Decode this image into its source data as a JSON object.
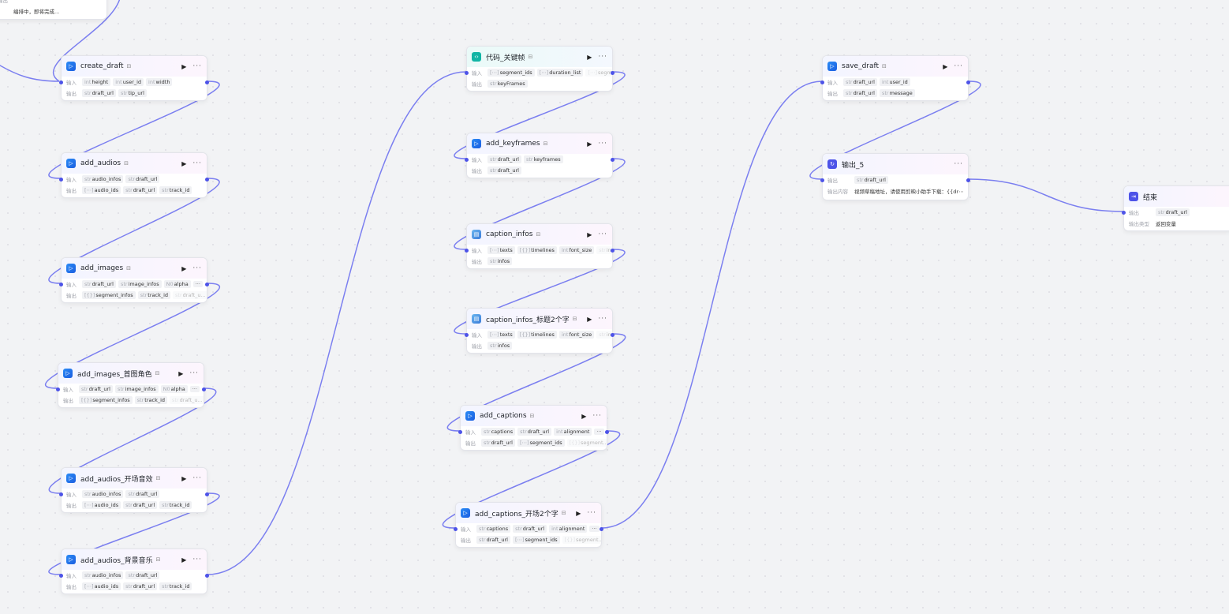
{
  "colors": {
    "edge": "#7b7ff0",
    "port": "#4d53e8",
    "canvas": "#f2f3f5"
  },
  "labels": {
    "input": "输入",
    "output": "输出",
    "output_content": "输出内容",
    "output_type": "输出类型",
    "run": "▶",
    "more": "···"
  },
  "nodes": [
    {
      "id": "prev",
      "icon": "none",
      "title": "",
      "rows": [
        {
          "label": "输出",
          "chips": []
        },
        {
          "label": "",
          "text": "编排中，即将完成..."
        }
      ]
    },
    {
      "id": "create_draft",
      "icon": "plugin-icon",
      "title": "create_draft",
      "rows": [
        {
          "label": "输入",
          "chips": [
            {
              "t": "int",
              "n": "height"
            },
            {
              "t": "int",
              "n": "user_id"
            },
            {
              "t": "int",
              "n": "width"
            }
          ]
        },
        {
          "label": "输出",
          "chips": [
            {
              "t": "str",
              "n": "draft_url"
            },
            {
              "t": "str",
              "n": "tip_url"
            }
          ]
        }
      ]
    },
    {
      "id": "add_audios",
      "icon": "plugin-icon",
      "title": "add_audios",
      "rows": [
        {
          "label": "输入",
          "chips": [
            {
              "t": "str",
              "n": "audio_infos"
            },
            {
              "t": "str",
              "n": "draft_url"
            }
          ]
        },
        {
          "label": "输出",
          "chips": [
            {
              "t": "[⋯]",
              "n": "audio_ids"
            },
            {
              "t": "str",
              "n": "draft_url"
            },
            {
              "t": "str",
              "n": "track_id"
            }
          ]
        }
      ]
    },
    {
      "id": "add_images",
      "icon": "plugin-icon",
      "title": "add_images",
      "rows": [
        {
          "label": "输入",
          "chips": [
            {
              "t": "str",
              "n": "draft_url"
            },
            {
              "t": "str",
              "n": "image_infos"
            },
            {
              "t": "N0",
              "n": "alpha"
            }
          ],
          "more": true
        },
        {
          "label": "输出",
          "chips": [
            {
              "t": "[{}]",
              "n": "segment_infos"
            },
            {
              "t": "str",
              "n": "track_id"
            },
            {
              "t": "str",
              "n": "draft_u...",
              "fade": true
            }
          ],
          "more": true
        }
      ]
    },
    {
      "id": "add_images_cover",
      "icon": "plugin-icon",
      "title": "add_images_首图角色",
      "rows": [
        {
          "label": "输入",
          "chips": [
            {
              "t": "str",
              "n": "draft_url"
            },
            {
              "t": "str",
              "n": "image_infos"
            },
            {
              "t": "N0",
              "n": "alpha"
            }
          ],
          "more": true
        },
        {
          "label": "输出",
          "chips": [
            {
              "t": "[{}]",
              "n": "segment_infos"
            },
            {
              "t": "str",
              "n": "track_id"
            },
            {
              "t": "str",
              "n": "draft_u...",
              "fade": true
            }
          ],
          "more": true
        }
      ]
    },
    {
      "id": "add_audios_open",
      "icon": "plugin-icon",
      "title": "add_audios_开场音效",
      "rows": [
        {
          "label": "输入",
          "chips": [
            {
              "t": "str",
              "n": "audio_infos"
            },
            {
              "t": "str",
              "n": "draft_url"
            }
          ]
        },
        {
          "label": "输出",
          "chips": [
            {
              "t": "[⋯]",
              "n": "audio_ids"
            },
            {
              "t": "str",
              "n": "draft_url"
            },
            {
              "t": "str",
              "n": "track_id"
            }
          ]
        }
      ]
    },
    {
      "id": "add_audios_bgm",
      "icon": "plugin-icon",
      "title": "add_audios_背景音乐",
      "rows": [
        {
          "label": "输入",
          "chips": [
            {
              "t": "str",
              "n": "audio_infos"
            },
            {
              "t": "str",
              "n": "draft_url"
            }
          ]
        },
        {
          "label": "输出",
          "chips": [
            {
              "t": "[⋯]",
              "n": "audio_ids"
            },
            {
              "t": "str",
              "n": "draft_url"
            },
            {
              "t": "str",
              "n": "track_id"
            }
          ]
        }
      ]
    },
    {
      "id": "code_keyframes",
      "icon": "code-icon",
      "title": "代码_关键帧",
      "rows": [
        {
          "label": "输入",
          "chips": [
            {
              "t": "[⋯]",
              "n": "segment_ids"
            },
            {
              "t": "[⋯]",
              "n": "duration_list"
            },
            {
              "t": "[⋯]",
              "n": "segm...",
              "fade": true
            }
          ],
          "more": true
        },
        {
          "label": "输出",
          "chips": [
            {
              "t": "str",
              "n": "keyFrames"
            }
          ]
        }
      ]
    },
    {
      "id": "add_keyframes",
      "icon": "plugin-icon",
      "title": "add_keyframes",
      "rows": [
        {
          "label": "输入",
          "chips": [
            {
              "t": "str",
              "n": "draft_url"
            },
            {
              "t": "str",
              "n": "keyframes"
            }
          ]
        },
        {
          "label": "输出",
          "chips": [
            {
              "t": "str",
              "n": "draft_url"
            }
          ]
        }
      ]
    },
    {
      "id": "caption_infos",
      "icon": "image-plugin-icon",
      "title": "caption_infos",
      "rows": [
        {
          "label": "输入",
          "chips": [
            {
              "t": "[⋯]",
              "n": "texts"
            },
            {
              "t": "[{}]",
              "n": "timelines"
            },
            {
              "t": "int",
              "n": "font_size"
            },
            {
              "t": "str",
              "n": "in...",
              "fade": true
            }
          ],
          "more": true
        },
        {
          "label": "输出",
          "chips": [
            {
              "t": "str",
              "n": "infos"
            }
          ]
        }
      ]
    },
    {
      "id": "caption_infos_title",
      "icon": "image-plugin-icon",
      "title": "caption_infos_标题2个字",
      "rows": [
        {
          "label": "输入",
          "chips": [
            {
              "t": "[⋯]",
              "n": "texts"
            },
            {
              "t": "[{}]",
              "n": "timelines"
            },
            {
              "t": "int",
              "n": "font_size"
            },
            {
              "t": "str",
              "n": "in...",
              "fade": true
            }
          ],
          "more": true
        },
        {
          "label": "输出",
          "chips": [
            {
              "t": "str",
              "n": "infos"
            }
          ]
        }
      ]
    },
    {
      "id": "add_captions",
      "icon": "plugin-icon",
      "title": "add_captions",
      "rows": [
        {
          "label": "输入",
          "chips": [
            {
              "t": "str",
              "n": "captions"
            },
            {
              "t": "str",
              "n": "draft_url"
            },
            {
              "t": "int",
              "n": "alignment"
            }
          ],
          "more": true
        },
        {
          "label": "输出",
          "chips": [
            {
              "t": "str",
              "n": "draft_url"
            },
            {
              "t": "[⋯]",
              "n": "segment_ids"
            },
            {
              "t": "[{}]",
              "n": "segment...",
              "fade": true
            }
          ],
          "more": true
        }
      ]
    },
    {
      "id": "add_captions_open",
      "icon": "plugin-icon",
      "title": "add_captions_开场2个字",
      "rows": [
        {
          "label": "输入",
          "chips": [
            {
              "t": "str",
              "n": "captions"
            },
            {
              "t": "str",
              "n": "draft_url"
            },
            {
              "t": "int",
              "n": "alignment"
            }
          ],
          "more": true
        },
        {
          "label": "输出",
          "chips": [
            {
              "t": "str",
              "n": "draft_url"
            },
            {
              "t": "[⋯]",
              "n": "segment_ids"
            },
            {
              "t": "[{}]",
              "n": "segment...",
              "fade": true
            }
          ],
          "more": true
        }
      ]
    },
    {
      "id": "save_draft",
      "icon": "plugin-icon",
      "title": "save_draft",
      "rows": [
        {
          "label": "输入",
          "chips": [
            {
              "t": "str",
              "n": "draft_url"
            },
            {
              "t": "int",
              "n": "user_id"
            }
          ]
        },
        {
          "label": "输出",
          "chips": [
            {
              "t": "str",
              "n": "draft_url"
            },
            {
              "t": "str",
              "n": "message"
            }
          ]
        }
      ]
    },
    {
      "id": "output_5",
      "icon": "output-icon",
      "title": "输出_5",
      "norun": true,
      "rows": [
        {
          "label": "输出",
          "chips": [
            {
              "t": "str",
              "n": "draft_url"
            }
          ]
        },
        {
          "label": "输出内容",
          "text": "视频草稿地址，请使用剪映小助手下载：{{dr⋯"
        }
      ]
    },
    {
      "id": "end",
      "icon": "end-icon",
      "title": "结束",
      "norun": true,
      "nomore": true,
      "rows": [
        {
          "label": "输出",
          "chips": [
            {
              "t": "str",
              "n": "draft_url"
            }
          ]
        },
        {
          "label": "输出类型",
          "text": "返回变量"
        }
      ]
    }
  ]
}
